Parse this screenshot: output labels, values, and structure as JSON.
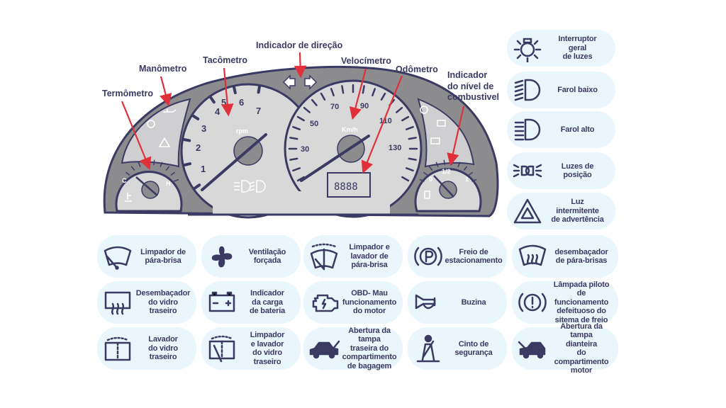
{
  "dashboard": {
    "labels": {
      "thermometer": "Termômetro",
      "oil_pressure": "Manômetro",
      "tachometer": "Tacômetro",
      "turn_indicator": "Indicador de direção",
      "speedometer": "Velocímetro",
      "odometer": "Odômetro",
      "fuel_1": "Indicador",
      "fuel_2": "do nível de",
      "fuel_3": "combustivel"
    },
    "tach_unit": "rpm",
    "tach_ticks": [
      "1",
      "2",
      "3",
      "4",
      "5",
      "6",
      "7"
    ],
    "speed_unit": "Km/h",
    "speed_ticks": [
      "30",
      "50",
      "70",
      "90",
      "110",
      "130"
    ],
    "odometer_value": "8888",
    "temp_ticks": [
      "C",
      "H"
    ],
    "fuel_ticks": [
      "0",
      "1/2",
      "1"
    ]
  },
  "colors": {
    "ink": "#3b3a63",
    "arrow": "#e0313a",
    "panel": "#8c8c8e",
    "face": "#d8d8d8",
    "card": "#e9f6fc"
  },
  "side_cards": [
    {
      "icon": "light-switch-icon",
      "label": "Interruptor\ngeral\nde luzes"
    },
    {
      "icon": "low-beam-icon",
      "label": "Farol baixo"
    },
    {
      "icon": "high-beam-icon",
      "label": "Farol alto"
    },
    {
      "icon": "position-lights-icon",
      "label": "Luzes de\nposição"
    },
    {
      "icon": "hazard-icon",
      "label": "Luz\nintermitente\nde advertência"
    }
  ],
  "grid_cards": [
    {
      "icon": "wiper-icon",
      "label": "Limpador de\npára-brisa"
    },
    {
      "icon": "fan-icon",
      "label": "Ventilação\nforçada"
    },
    {
      "icon": "wiper-washer-icon",
      "label": "Limpador e\nlavador de\npára-brisa"
    },
    {
      "icon": "parking-brake-icon",
      "label": "Freio de\nestacionamento"
    },
    {
      "icon": "windshield-defrost-icon",
      "label": "desembaçador\nde pára-brisas"
    },
    {
      "icon": "rear-defrost-icon",
      "label": "Desembaçador\ndo vidro\ntraseiro"
    },
    {
      "icon": "battery-icon",
      "label": "Indicador\nda carga\nde bateria"
    },
    {
      "icon": "engine-icon",
      "label": "OBD- Mau\nfuncionamento\ndo motor"
    },
    {
      "icon": "horn-icon",
      "label": "Buzina"
    },
    {
      "icon": "brake-warning-icon",
      "label": "Lâmpada piloto de\nfuncionamento\ndefeituoso do\nsitema de freio"
    },
    {
      "icon": "rear-washer-icon",
      "label": "Lavador\ndo vidro\ntraseiro"
    },
    {
      "icon": "rear-wiper-washer-icon",
      "label": "Limpador\ne lavador\ndo vidro\ntraseiro"
    },
    {
      "icon": "trunk-open-icon",
      "label": "Abertura da tampa\ntraseira do\ncompartimento\nde bagagem"
    },
    {
      "icon": "seatbelt-icon",
      "label": "Cinto de\nsegurança"
    },
    {
      "icon": "hood-open-icon",
      "label": "Abertura da\ntampa\ndianteira\ndo compartimento motor"
    }
  ]
}
